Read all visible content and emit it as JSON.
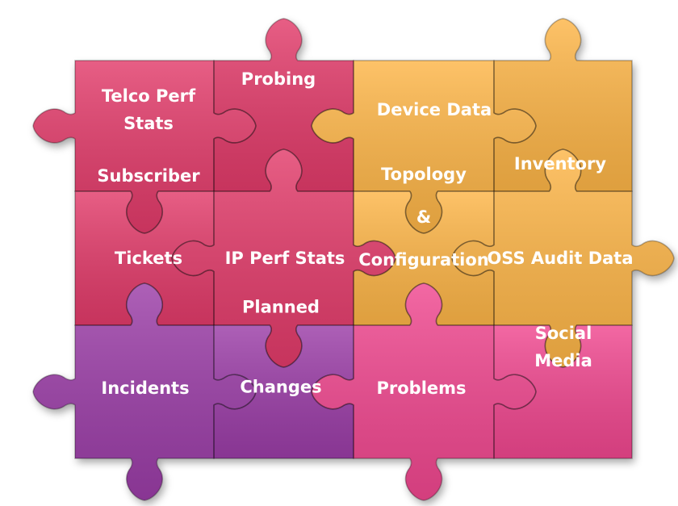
{
  "colors": {
    "crimson": "#E23B6A",
    "amber": "#FDB546",
    "purple": "#9B3EA7",
    "magenta": "#F0478F",
    "seam": "#8a1d44"
  },
  "pieces": [
    {
      "name": "telco-perf-stats",
      "color": "crimson",
      "lines": [
        "Telco Perf",
        "Stats"
      ]
    },
    {
      "name": "probing",
      "color": "crimson",
      "lines": [
        "Probing"
      ]
    },
    {
      "name": "device-data",
      "color": "amber",
      "lines": [
        "Device Data"
      ]
    },
    {
      "name": "inventory",
      "color": "amber",
      "lines": [
        "Inventory"
      ]
    },
    {
      "name": "subscriber-tickets",
      "color": "crimson",
      "lines": [
        "Subscriber",
        "Tickets"
      ]
    },
    {
      "name": "ip-perf-stats",
      "color": "crimson",
      "lines": [
        "IP Perf Stats"
      ]
    },
    {
      "name": "topology-configuration",
      "color": "amber",
      "lines": [
        "Topology",
        "&",
        "Configuration"
      ]
    },
    {
      "name": "oss-audit-data",
      "color": "amber",
      "lines": [
        "OSS Audit Data"
      ]
    },
    {
      "name": "incidents",
      "color": "purple",
      "lines": [
        "Incidents"
      ]
    },
    {
      "name": "planned-changes",
      "color": "purple",
      "lines": [
        "Planned",
        "Changes"
      ]
    },
    {
      "name": "problems",
      "color": "magenta",
      "lines": [
        "Problems"
      ]
    },
    {
      "name": "social-media",
      "color": "magenta",
      "lines": [
        "Social",
        "Media"
      ]
    }
  ]
}
